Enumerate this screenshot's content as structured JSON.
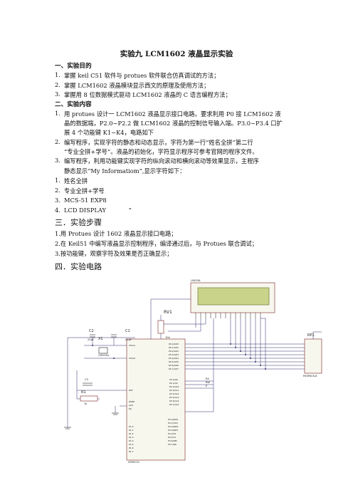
{
  "title": "实验九 LCM1602 液晶显示实验",
  "sections": {
    "aim": {
      "heading": "一、实验目的",
      "items": [
        {
          "n": "1.",
          "text": "掌握 keil C51 软件与 protues 软件联合仿真调试的方法；"
        },
        {
          "n": "2.",
          "text": "掌握 LCM1602 液晶模块显示西文的原理及使用方法；"
        },
        {
          "n": "3.",
          "text": "掌握用 8 位数据模式驱动 LCM1602 液晶的 C 语言编程方法；"
        }
      ]
    },
    "content": {
      "heading": "二、实验内容",
      "lines": [
        {
          "n": "1.",
          "text": "用 protues 设计一 LCM1602 液晶显示接口电路。要求利用 P0 接 LCM1602 液"
        },
        {
          "n": "",
          "text": "晶的数据端，P2.0~P2.2 做 LCM1602 液晶的控制信号输入端。P3.0~P3.4 口扩"
        },
        {
          "n": "",
          "text": "展 4 个功能键 K1~K4，电路如下"
        },
        {
          "n": "2.",
          "text": "编写程序，实现字符的静态和动态显示，字符为第一行“姓名全拼”第二行"
        },
        {
          "n": "",
          "text": "“专业全拼+学号”。液晶的初始化，字符显示程序可参考官网的程序文件。"
        },
        {
          "n": "3.",
          "text": "编写程序，利用功能键实现字符的纵向滚动和横向滚动等效果显示，主程序"
        },
        {
          "n": "",
          "text": "静态显示“My Informatiom”,显示字符如下："
        }
      ],
      "list": [
        {
          "n": "1.",
          "text": "姓名全拼"
        },
        {
          "n": "2.",
          "text": "专业全拼+学号"
        },
        {
          "n": "3.",
          "text": "MCS-51 EXP8"
        },
        {
          "n": "4.",
          "text": "LCD DISPLAY            ”"
        }
      ]
    },
    "steps": {
      "heading": "三．实验步骤",
      "lines": [
        "1.用 Protues 设计 1602 液晶显示接口电路；",
        "2.在 Keil51 中编写液晶显示控制程序，编译通过后，与 Protues 联合调试；",
        "3.按功能键，观察字符及效果是否正确显示；"
      ]
    },
    "circuit": {
      "heading": "四．实验电路"
    }
  },
  "schematic": {
    "lcd_name": "LM016L",
    "mcu_name": "AT89C51",
    "rp_name": "RP1",
    "rp_part": "RESPACK-8",
    "rv_name": "RV1",
    "rv_value": "10k",
    "c1_name": "C1",
    "c1_value": "22pF",
    "c2_name": "C2",
    "c2_value": "22pF",
    "x1_name": "X1",
    "x1_value": "CRYSTAL",
    "r1_name": "R1",
    "r1_value": "1k",
    "c3_name": "C3",
    "mcu_left_pins": [
      "XTAL1",
      "XTAL2",
      "RST",
      "PSEN",
      "ALE",
      "EA"
    ],
    "mcu_left_pins_port1": [
      "P1.0",
      "P1.1",
      "P1.2",
      "P1.3",
      "P1.4",
      "P1.5",
      "P1.6",
      "P1.7"
    ],
    "mcu_right_p0": [
      "P0.0/AD0",
      "P0.1/AD1",
      "P0.2/AD2",
      "P0.3/AD3",
      "P0.4/AD4",
      "P0.5/AD5",
      "P0.6/AD6",
      "P0.7/AD7"
    ],
    "mcu_right_p2": [
      "P2.0/A8",
      "P2.1/A9",
      "P2.2/A10",
      "P2.3/A11",
      "P2.4/A12",
      "P2.5/A13",
      "P2.6/A14",
      "P2.7/A15"
    ],
    "mcu_right_p3": [
      "P3.0/RXD",
      "P3.1/TXD",
      "P3.2/INT0",
      "P3.3/INT1",
      "P3.4/T0",
      "P3.5/T1",
      "P3.6/WR",
      "P3.7/RD"
    ],
    "net_rs": "RS",
    "net_rw": "RW",
    "net_e": "E"
  }
}
